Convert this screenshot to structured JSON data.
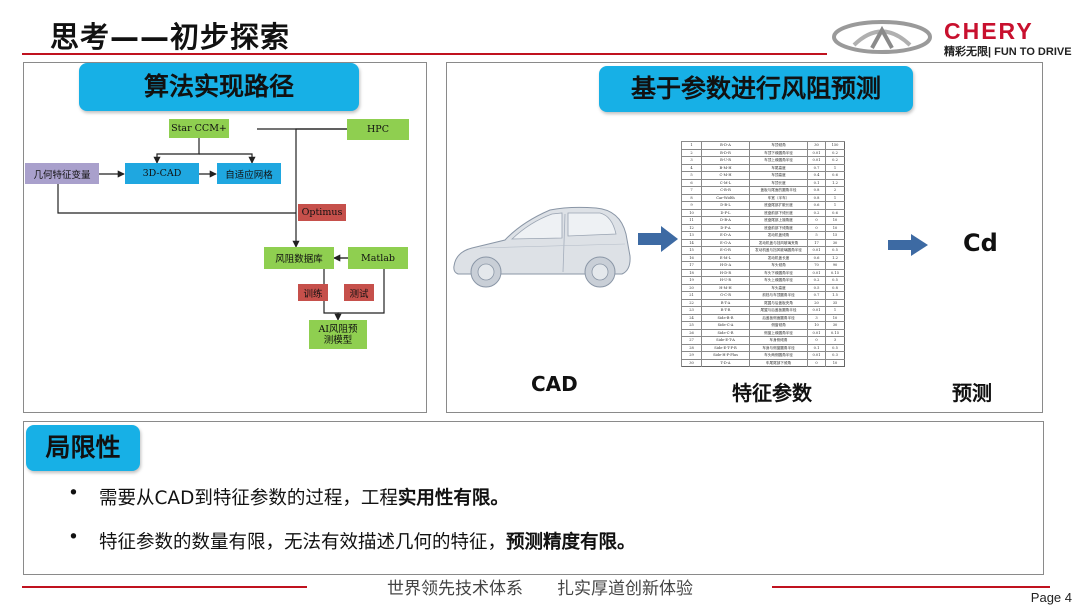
{
  "header": {
    "title": "思考——初步探索",
    "brand": "CHERY",
    "slogan": "精彩无限| FUN TO DRIVE"
  },
  "left_panel": {
    "heading": "算法实现路径",
    "nodes": {
      "star_ccm": "Star CCM+",
      "hpc": "HPC",
      "geom_vars": "几何特征变量",
      "cad3d": "3D-CAD",
      "adaptive_mesh": "自适应网格",
      "optimus": "Optimus",
      "database": "风阻数据库",
      "matlab": "Matlab",
      "train": "训练",
      "test": "测试",
      "ai_model": "AI风阻预测模型"
    }
  },
  "right_panel": {
    "heading": "基于参数进行风阻预测",
    "cad_label": "CAD",
    "params_label": "特征参数",
    "predict_label": "预测",
    "cd_label": "Cd",
    "param_table": [
      [
        "1",
        "B-D-A",
        "车顶倾角",
        "30",
        "150"
      ],
      [
        "2",
        "B-D-R",
        "车顶下缘圆角半径",
        "0.01",
        "0.2"
      ],
      [
        "3",
        "B-U-R",
        "车顶上缘圆角半径",
        "0.01",
        "0.2"
      ],
      [
        "4",
        "B-M-H",
        "车尾高度",
        "0.7",
        "1"
      ],
      [
        "5",
        "C-M-H",
        "车顶高度",
        "0.4",
        "0.6"
      ],
      [
        "6",
        "C-M-L",
        "车顶长度",
        "0.1",
        "1.2"
      ],
      [
        "7",
        "C-B-R",
        "盖板与尾面的圆角半径",
        "0.8",
        "2"
      ],
      [
        "8",
        "Car-Width",
        "车宽（半车）",
        "0.8",
        "1"
      ],
      [
        "9",
        "D-B-L",
        "底盘尾部扩散长度",
        "0.6",
        "1"
      ],
      [
        "10",
        "D-F-L",
        "底盘前部下倾长度",
        "0.2",
        "0.6"
      ],
      [
        "11",
        "D-B-A",
        "底盘尾部上翘角度",
        "0",
        "10"
      ],
      [
        "12",
        "D-F-A",
        "底盘前部下倾角度",
        "0",
        "10"
      ],
      [
        "13",
        "E-D-A",
        "发动机盖倾角",
        "5",
        "15"
      ],
      [
        "14",
        "E-G-A",
        "发动机盖与挡风玻璃夹角",
        "17",
        "30"
      ],
      [
        "15",
        "E-G-R",
        "发动机盖与挡风玻璃圆角半径",
        "0.01",
        "0.5"
      ],
      [
        "16",
        "E-M-L",
        "发动机盖长度",
        "0.6",
        "1.2"
      ],
      [
        "17",
        "H-D-A",
        "车头倾角",
        "70",
        "90"
      ],
      [
        "18",
        "H-D-R",
        "车头下缘圆角半径",
        "0.01",
        "0.15"
      ],
      [
        "19",
        "H-U-R",
        "车头上缘圆角半径",
        "0.2",
        "0.5"
      ],
      [
        "20",
        "H-M-H",
        "车头高度",
        "0.5",
        "0.8"
      ],
      [
        "21",
        "G-C-R",
        "前档与车顶圆角半径",
        "0.7",
        "1.5"
      ],
      [
        "22",
        "R-T-A",
        "尾翼与后盖板夹角",
        "20",
        "35"
      ],
      [
        "23",
        "R-T-R",
        "尾翼与后盖板圆角半径",
        "0.01",
        "1"
      ],
      [
        "24",
        "Side-B-R",
        "后盖板侧面圆角半径",
        "3",
        "10"
      ],
      [
        "25",
        "Side-C-A",
        "侧窗倾角",
        "10",
        "30"
      ],
      [
        "26",
        "Side-C-R",
        "侧窗上缘圆角半径",
        "0.01",
        "0.15"
      ],
      [
        "27",
        "Side-E-T-A",
        "车身侧倾角",
        "0",
        "3"
      ],
      [
        "28",
        "Side-E-T-F-R",
        "车身与侧窗圆角半径",
        "0.1",
        "0.5"
      ],
      [
        "29",
        "Side-H-F-Plus",
        "车头两侧圆角半径",
        "0.01",
        "0.3"
      ],
      [
        "30",
        "T-D-A",
        "车尾尾部下倾角",
        "0",
        "10"
      ]
    ]
  },
  "bottom_panel": {
    "heading": "局限性",
    "bullets": [
      {
        "dot": "•",
        "normal": "需要从CAD到特征参数的过程，工程",
        "bold": "实用性有限。"
      },
      {
        "dot": "•",
        "normal": "特征参数的数量有限，无法有效描述几何的特征，",
        "bold": "预测精度有限。"
      }
    ]
  },
  "footer": {
    "text": "世界领先技术体系　　扎实厚道创新体验",
    "page": "Page 4"
  },
  "colors": {
    "accent_red": "#c0121f",
    "badge_blue": "#17b0e6",
    "node_green": "#8fcf50",
    "node_blue": "#1fa7e0",
    "node_purple": "#a9a0cc",
    "node_red": "#c6504b",
    "arrow_blue": "#3d6aa3"
  }
}
